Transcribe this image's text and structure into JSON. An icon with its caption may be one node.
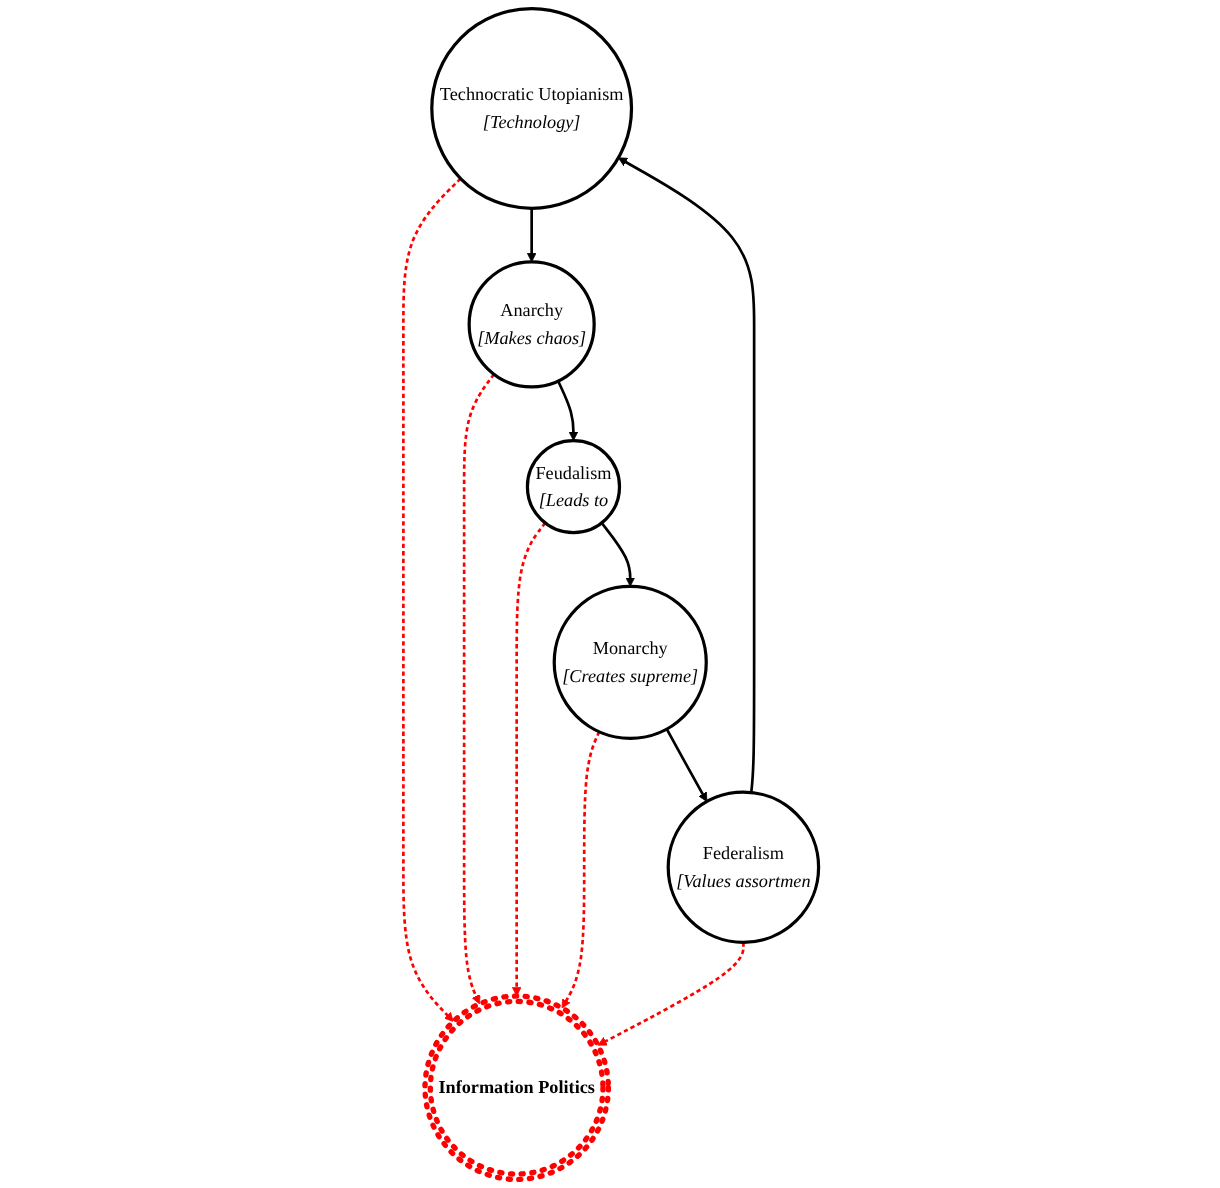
{
  "diagram": {
    "nodes": [
      {
        "text": [
          "Technocratic Utopianism",
          "[Technology]"
        ]
      },
      {
        "text": [
          "Anarchy",
          "[Makes chaos]"
        ]
      },
      {
        "text": [
          "Feudalism",
          "[Leads to"
        ]
      },
      {
        "text": [
          "Monarchy",
          "[Creates supreme]"
        ]
      },
      {
        "text": [
          "Federalism",
          "[Values assortmen"
        ]
      },
      {
        "text": [
          "Information Politics"
        ]
      }
    ],
    "edges": [
      {
        "from": 0,
        "to": 1,
        "arrow": "to"
      },
      {
        "from": 1,
        "to": 2,
        "arrow": "to"
      },
      {
        "from": 2,
        "to": 3,
        "arrow": "to"
      },
      {
        "from": 3,
        "to": 4,
        "arrow": "to"
      },
      {
        "from": 4,
        "to": 0,
        "arrow": "to"
      },
      {
        "from": 0,
        "to": 5,
        "arrow": "to",
        "style": "dashed",
        "color": "#ff0000"
      },
      {
        "from": 1,
        "to": 5,
        "arrow": "to",
        "style": "dashed",
        "color": "#ff0000"
      },
      {
        "from": 2,
        "to": 5,
        "arrow": "to",
        "style": "dashed",
        "color": "#ff0000"
      },
      {
        "from": 3,
        "to": 5,
        "arrow": "to",
        "style": "dashed",
        "color": "#ff0000"
      },
      {
        "from": 4,
        "to": 5,
        "arrow": "to",
        "style": "dashed",
        "color": "#ff0000"
      }
    ]
  }
}
